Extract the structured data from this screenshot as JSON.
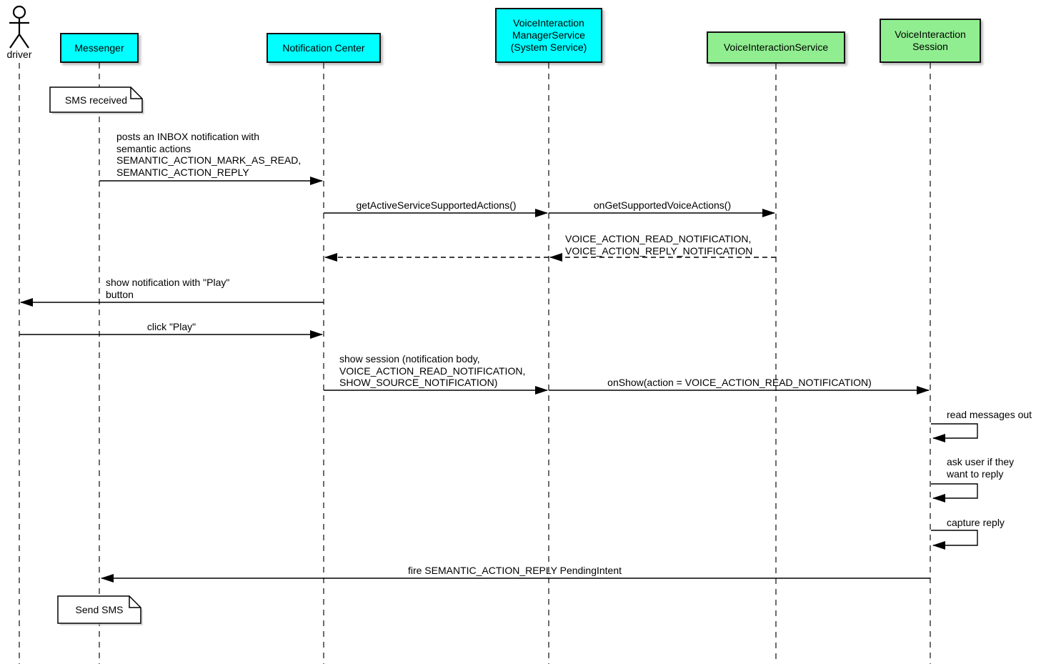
{
  "colors": {
    "app_participant": "#00FFFF",
    "voice_participant": "#90EE90",
    "line": "#000000",
    "note_bg": "#FFFFFF"
  },
  "actor": {
    "label": "driver"
  },
  "participants": [
    {
      "label": "Messenger",
      "kind": "app"
    },
    {
      "label": "Notification Center",
      "kind": "app"
    },
    {
      "label": "VoiceInteraction\nManagerService\n(System Service)",
      "kind": "app"
    },
    {
      "label": "VoiceInteractionService",
      "kind": "voice"
    },
    {
      "label": "VoiceInteraction\nSession",
      "kind": "voice"
    }
  ],
  "notes": [
    {
      "text": "SMS received",
      "attached_to": "Messenger"
    },
    {
      "text": "Send SMS",
      "attached_to": "Messenger"
    }
  ],
  "messages": [
    {
      "text": "posts an INBOX notification with\nsemantic actions\nSEMANTIC_ACTION_MARK_AS_READ,\nSEMANTIC_ACTION_REPLY",
      "from": "Messenger",
      "to": "Notification Center",
      "line": "solid"
    },
    {
      "text": "getActiveServiceSupportedActions()",
      "from": "Notification Center",
      "to": "VoiceInteractionManagerService",
      "line": "solid"
    },
    {
      "text": "onGetSupportedVoiceActions()",
      "from": "VoiceInteractionManagerService",
      "to": "VoiceInteractionService",
      "line": "solid"
    },
    {
      "text": "VOICE_ACTION_READ_NOTIFICATION,\nVOICE_ACTION_REPLY_NOTIFICATION",
      "from": "VoiceInteractionService",
      "to": "VoiceInteractionManagerService",
      "line": "dashed"
    },
    {
      "text": "",
      "from": "VoiceInteractionManagerService",
      "to": "Notification Center",
      "line": "dashed"
    },
    {
      "text": "show notification with \"Play\"\nbutton",
      "from": "Notification Center",
      "to": "driver",
      "line": "solid"
    },
    {
      "text": "click \"Play\"",
      "from": "driver",
      "to": "Notification Center",
      "line": "solid"
    },
    {
      "text": "show session (notification body,\nVOICE_ACTION_READ_NOTIFICATION,\nSHOW_SOURCE_NOTIFICATION)",
      "from": "Notification Center",
      "to": "VoiceInteractionManagerService",
      "line": "solid"
    },
    {
      "text": "onShow(action = VOICE_ACTION_READ_NOTIFICATION)",
      "from": "VoiceInteractionManagerService",
      "to": "VoiceInteractionSession",
      "line": "solid"
    },
    {
      "text": "read messages out",
      "from": "VoiceInteractionSession",
      "to": "VoiceInteractionSession",
      "line": "self"
    },
    {
      "text": "ask user if they\nwant to reply",
      "from": "VoiceInteractionSession",
      "to": "VoiceInteractionSession",
      "line": "self"
    },
    {
      "text": "capture reply",
      "from": "VoiceInteractionSession",
      "to": "VoiceInteractionSession",
      "line": "self"
    },
    {
      "text": "fire SEMANTIC_ACTION_REPLY PendingIntent",
      "from": "VoiceInteractionSession",
      "to": "Messenger",
      "line": "solid"
    }
  ]
}
